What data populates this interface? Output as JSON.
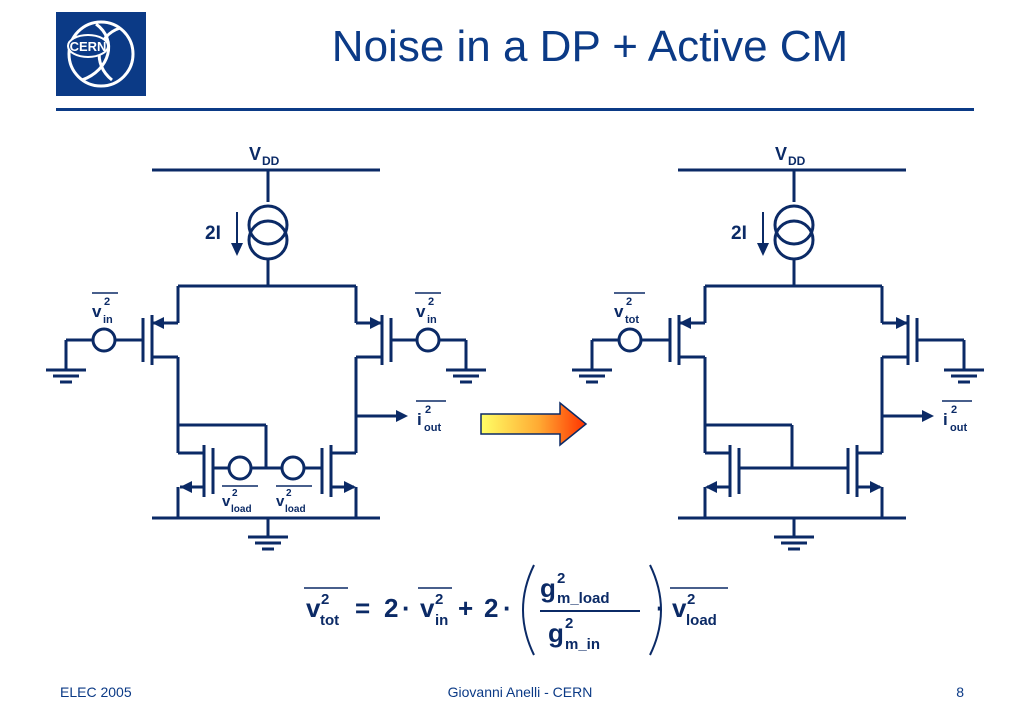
{
  "slide": {
    "title": "Noise in a DP + Active CM",
    "logo_text": "CERN",
    "footer_left": "ELEC 2005",
    "footer_center": "Giovanni Anelli - CERN",
    "footer_right": "8"
  },
  "colors": {
    "line": "#0b2a66",
    "title": "#0b3a86",
    "arrow_start": "#ffff66",
    "arrow_end": "#ff3300"
  },
  "left_circuit": {
    "vdd_main": "V",
    "vdd_sub": "DD",
    "current_label": "2I",
    "vin_left_main": "v",
    "vin_left_sup": "2",
    "vin_left_sub": "in",
    "vin_right_main": "v",
    "vin_right_sup": "2",
    "vin_right_sub": "in",
    "iout_main": "i",
    "iout_sup": "2",
    "iout_sub": "out",
    "vload1_main": "v",
    "vload1_sup": "2",
    "vload1_sub": "load",
    "vload2_main": "v",
    "vload2_sup": "2",
    "vload2_sub": "load"
  },
  "right_circuit": {
    "vdd_main": "V",
    "vdd_sub": "DD",
    "current_label": "2I",
    "vtot_main": "v",
    "vtot_sup": "2",
    "vtot_sub": "tot",
    "iout_main": "i",
    "iout_sup": "2",
    "iout_sub": "out"
  },
  "equation": {
    "lhs_main": "v",
    "lhs_sup": "2",
    "lhs_sub": "tot",
    "equals": "=",
    "coef1": "2",
    "dot": "·",
    "term1_main": "v",
    "term1_sup": "2",
    "term1_sub": "in",
    "plus": "+",
    "coef2": "2",
    "num_main": "g",
    "num_sup": "2",
    "num_sub": "m_load",
    "den_main": "g",
    "den_sup": "2",
    "den_sub": "m_in",
    "term2_main": "v",
    "term2_sup": "2",
    "term2_sub": "load"
  }
}
